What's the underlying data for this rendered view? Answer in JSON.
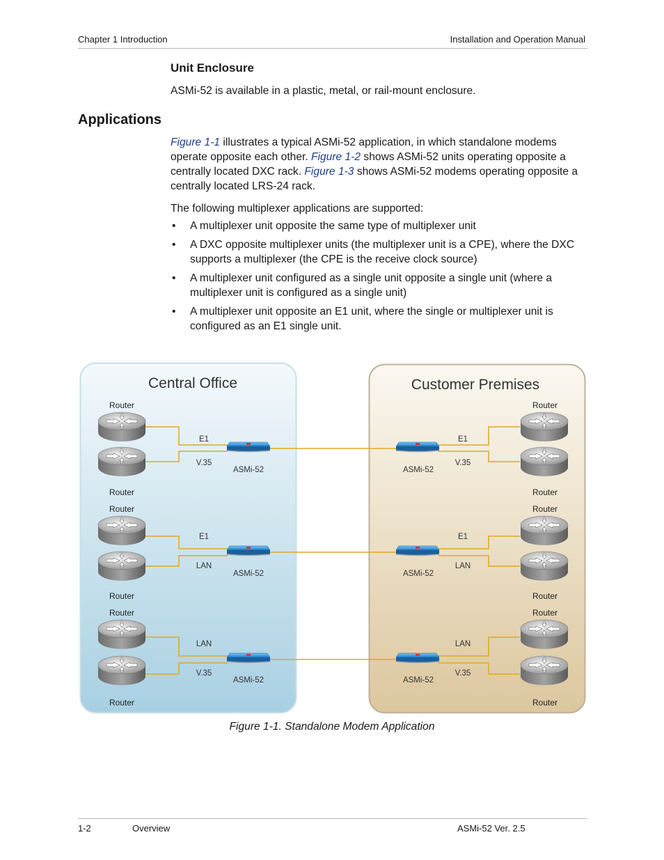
{
  "header": {
    "chapter": "Chapter 1  Introduction",
    "manual": "Installation and Operation Manual"
  },
  "unit_enclosure": {
    "heading": "Unit Enclosure",
    "text": "ASMi-52 is available in a plastic, metal, or rail-mount enclosure."
  },
  "applications": {
    "heading": "Applications",
    "para1": {
      "link1": "Figure 1-1",
      "text1": " illustrates a typical ASMi-52 application, in which standalone modems operate opposite each other. ",
      "link2": "Figure 1-2",
      "text2": " shows ASMi-52 units operating opposite a centrally located DXC rack. ",
      "link3": "Figure 1-3",
      "text3": " shows ASMi-52 modems operating opposite a centrally located LRS-24 rack."
    },
    "para2": "The following multiplexer applications are supported:",
    "bullets": [
      "A multiplexer unit opposite the same type of multiplexer unit",
      "A DXC opposite multiplexer units (the multiplexer unit is a CPE), where the DXC supports a multiplexer (the CPE is the receive clock source)",
      "A multiplexer unit configured as a single unit opposite a single unit (where a multiplexer unit is configured as a single unit)",
      "A multiplexer unit opposite an E1 unit, where the single or multiplexer unit is configured as an E1 single unit."
    ]
  },
  "figure": {
    "left_title": "Central Office",
    "right_title": "Customer Premises",
    "router_label": "Router",
    "modem_label": "ASMi-52",
    "rows": [
      {
        "top_link": "E1",
        "bottom_link": "V.35"
      },
      {
        "top_link": "E1",
        "bottom_link": "LAN"
      },
      {
        "top_link": "LAN",
        "bottom_link": "V.35"
      }
    ],
    "colors": {
      "left_panel": "#bcdcea",
      "right_panel": "#e6d6b4",
      "line": "#e0a820",
      "modem": "#2b8fd8"
    }
  },
  "caption": "Figure 1-1.  Standalone Modem Application",
  "footer": {
    "page": "1-2",
    "section": "Overview",
    "version": "ASMi-52 Ver. 2.5"
  }
}
